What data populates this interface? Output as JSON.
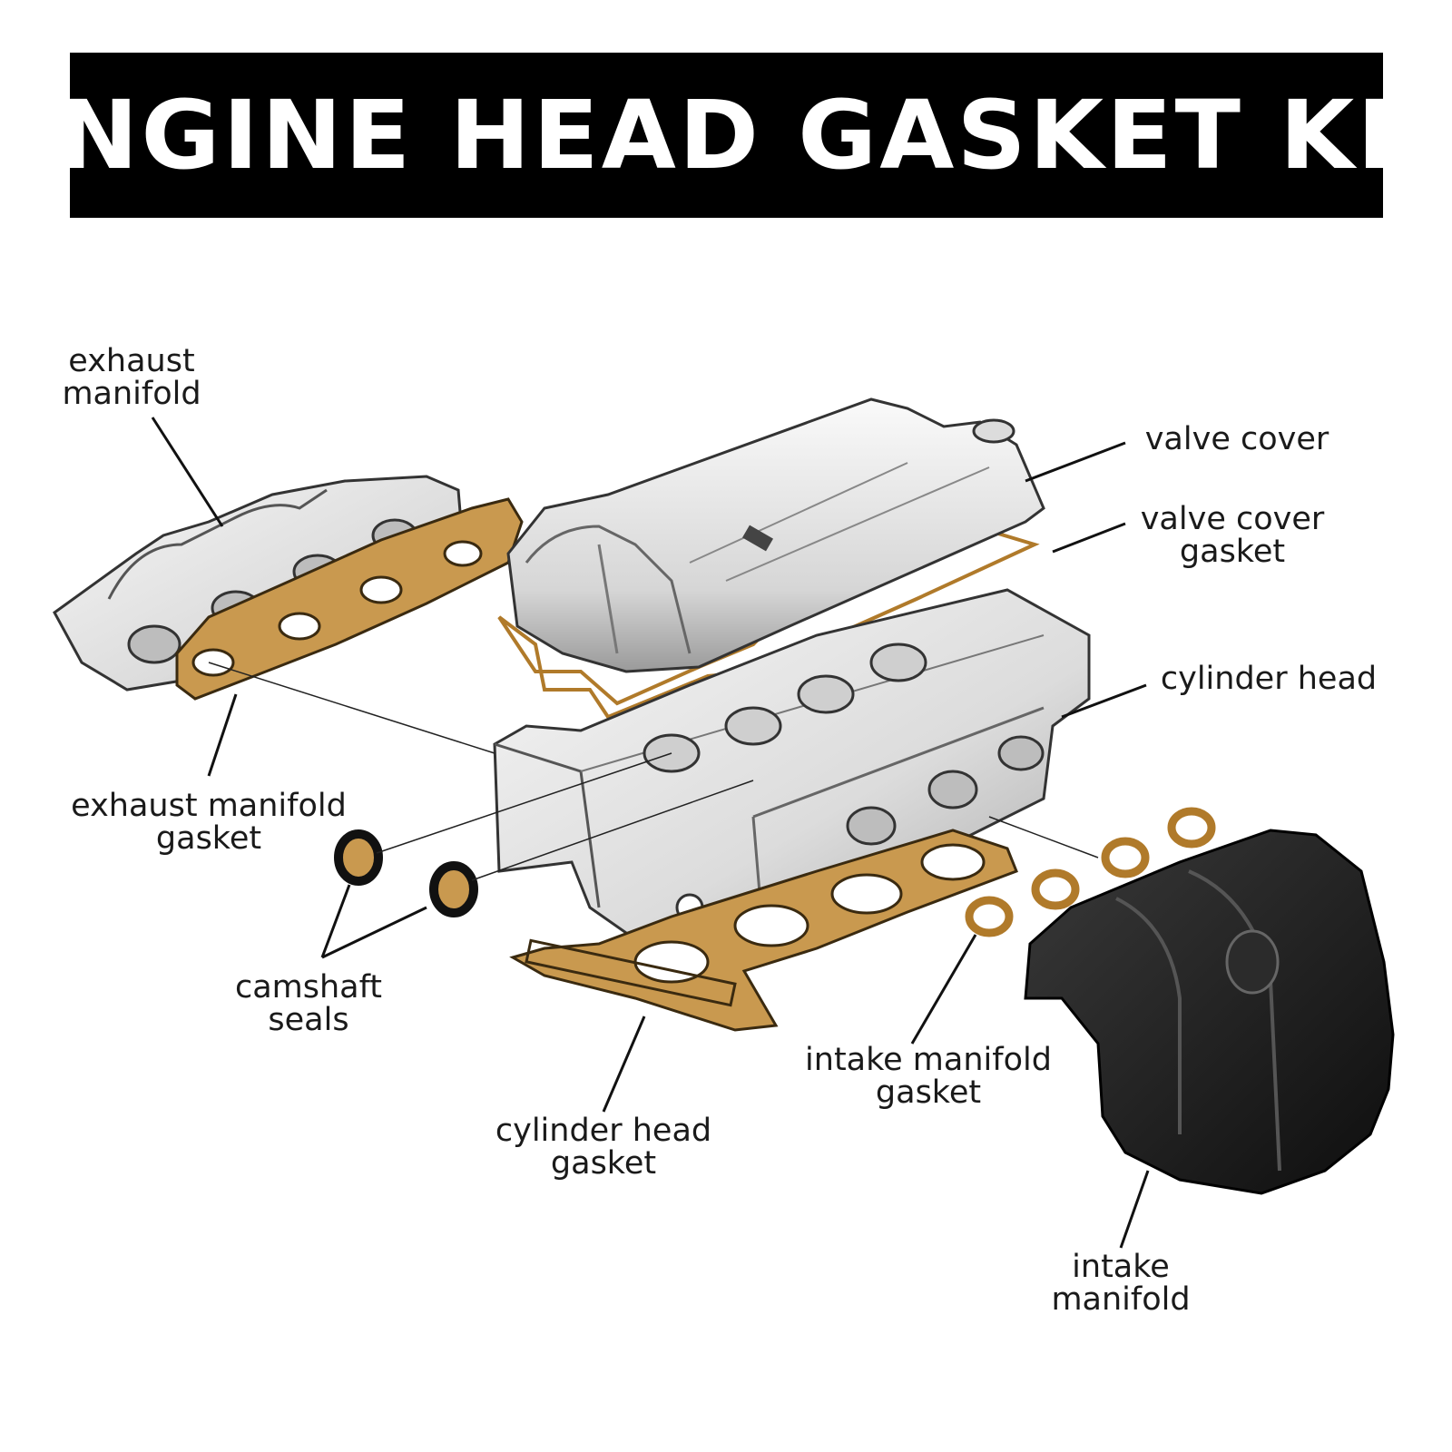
{
  "title": "ENGINE HEAD GASKET KIT",
  "colors": {
    "banner": "#000000",
    "title_text": "#ffffff",
    "gasket": "#c9994f",
    "metal": "#e8e8e8",
    "intake": "#1e1e1e"
  },
  "labels": {
    "exhaust_manifold": [
      "exhaust",
      "manifold"
    ],
    "valve_cover": [
      "valve cover"
    ],
    "valve_cover_gasket": [
      "valve cover",
      "gasket"
    ],
    "cylinder_head": [
      "cylinder head"
    ],
    "exhaust_manifold_gasket": [
      "exhaust manifold",
      "gasket"
    ],
    "camshaft_seals": [
      "camshaft",
      "seals"
    ],
    "intake_manifold_gasket": [
      "intake manifold",
      "gasket"
    ],
    "cylinder_head_gasket": [
      "cylinder head",
      "gasket"
    ],
    "intake_manifold": [
      "intake",
      "manifold"
    ]
  }
}
